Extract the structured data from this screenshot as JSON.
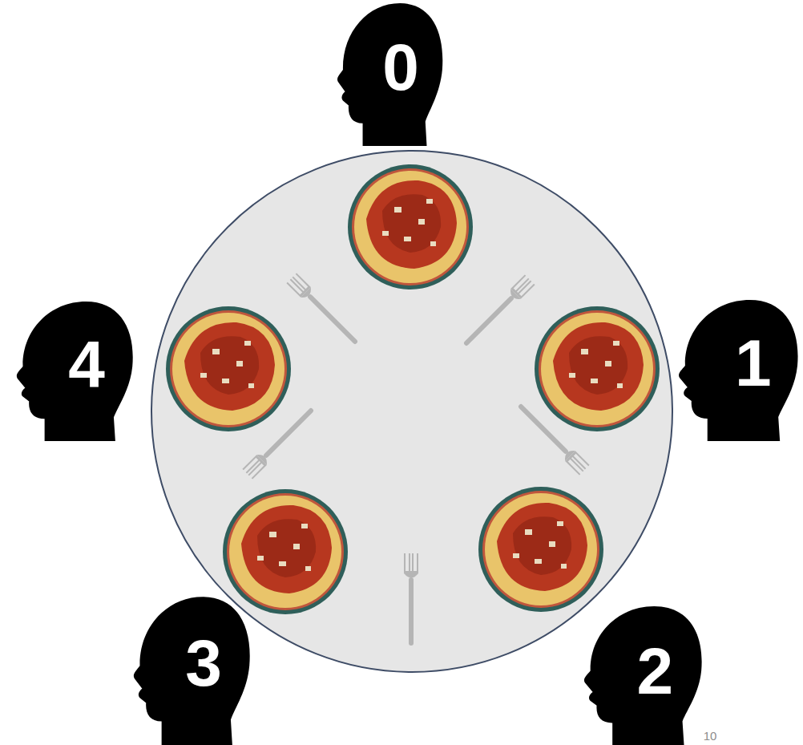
{
  "diagram": {
    "nodes": [
      {
        "text": [
          "0"
        ]
      },
      {
        "text": [
          "1"
        ]
      },
      {
        "text": [
          "2"
        ]
      },
      {
        "text": [
          "3"
        ]
      },
      {
        "text": [
          "4"
        ]
      }
    ],
    "labels": [
      "10"
    ]
  }
}
